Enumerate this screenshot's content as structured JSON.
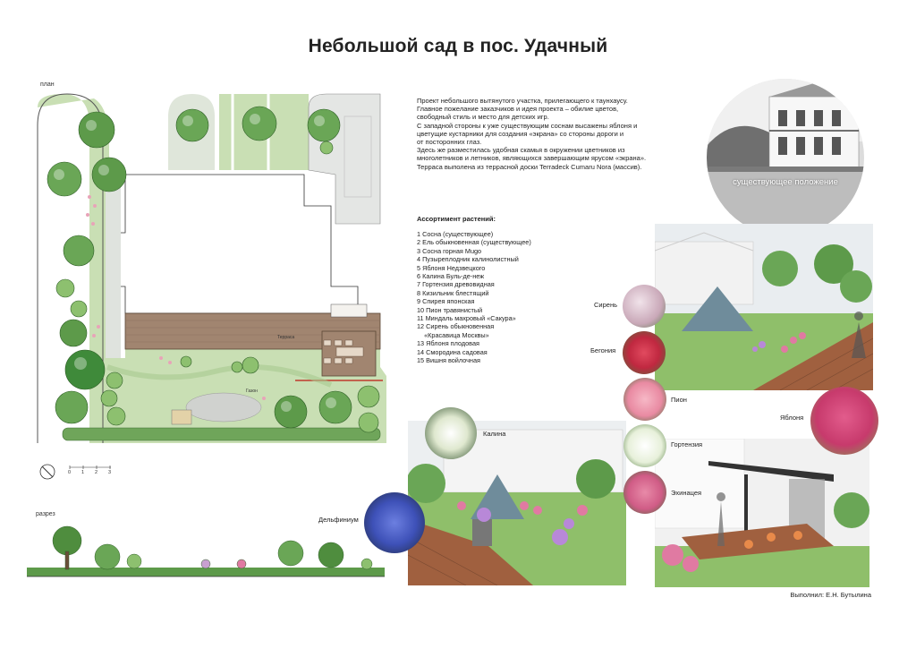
{
  "title": "Небольшой сад в пос. Удачный",
  "labels": {
    "plan": "план",
    "section": "разрез",
    "terrace": "Терраса",
    "lawn": "Газон",
    "existing": "существующее положение",
    "scale_ticks": [
      "0",
      "1",
      "2",
      "3"
    ]
  },
  "description": [
    "Проект небольшого вытянутого участка, прилегающего к таунхаусу.",
    "Главное пожелание заказчиков и идея проекта – обилие цветов,",
    "свободный стиль и место для детских игр.",
    "С западной стороны к уже существующим соснам высажены яблоня и",
    "цветущие кустарники для создания «экрана» со стороны дороги и",
    "от посторонних глаз.",
    "Здесь же разместилась удобная скамья в окружении цветников из",
    "многолетников и летников, являющихся завершающим ярусом «экрана».",
    "Терраса выполена из террасной доски Terradeck Cumaru Nora (массив)."
  ],
  "assortment_title": "Ассортимент растений:",
  "assortment": [
    "1 Сосна (существующее)",
    "2 Ель обыкновенная (существующее)",
    "3 Сосна горная Mugo",
    "4 Пузыреплодник калинолистный",
    "5 Яблоня Недзвецкого",
    "6 Калина Буль-де-неж",
    "7 Гортензия древовидная",
    "8 Кизильник блестящий",
    "9 Спирея японская",
    "10 Пион травянистый",
    "11 Миндаль махровый «Сакура»",
    "12 Сирень обыкновенная",
    "    «Красавица Москвы»",
    "13 Яблоня плодовая",
    "14 Смородина садовая",
    "15 Вишня войлочная"
  ],
  "flowers": {
    "siren": "Сирень",
    "begonia": "Бегония",
    "pion": "Пион",
    "yablonya": "Яблоня",
    "kalina": "Калина",
    "gortenziya": "Гортензия",
    "ekhinatsiya": "Эхинацея",
    "delfinium": "Дельфиниум"
  },
  "author": "Выполнил:  Е.Н. Бутылина",
  "colors": {
    "lawn": "#c9dfb4",
    "lawn_dark": "#a9c98f",
    "paving": "#e4e6e4",
    "deck": "#a18570",
    "tree": "#5d9a4a",
    "tree_light": "#8dc06f",
    "pink": "#e07aa2",
    "sky": "#e9edf0"
  }
}
